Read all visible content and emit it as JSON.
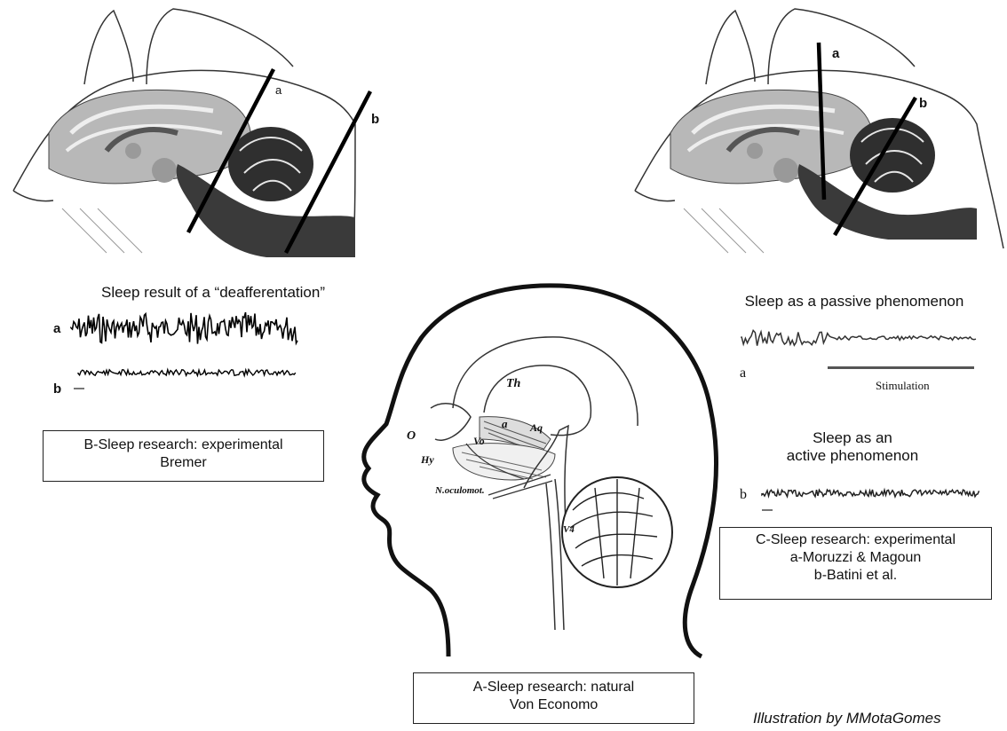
{
  "panel_b": {
    "cut_labels": [
      "a",
      "b"
    ],
    "title": "Sleep result of a “deafferentation”",
    "trace_labels": [
      "a",
      "b"
    ],
    "caption_line1": "B-Sleep research: experimental",
    "caption_line2": "Bremer"
  },
  "panel_c": {
    "cut_labels": [
      "a",
      "b"
    ],
    "title_passive": "Sleep as a passive phenomenon",
    "trace_a_label": "a",
    "stimulation_label": "Stimulation",
    "title_active_line1": "Sleep as an",
    "title_active_line2": "active phenomenon",
    "trace_b_label": "b",
    "caption_line1": "C-Sleep research: experimental",
    "caption_line2": "a-Moruzzi & Magoun",
    "caption_line3": "b-Batini et al."
  },
  "panel_a": {
    "labels": {
      "th": "Th",
      "a": "a",
      "aq": "Aq",
      "o": "O",
      "vo": "Vo",
      "hy": "Hy",
      "noculomot": "N.oculomot.",
      "v4": "V4"
    },
    "caption_line1": "A-Sleep research: natural",
    "caption_line2": "Von Economo"
  },
  "credit": "Illustration by  MMotaGomes"
}
